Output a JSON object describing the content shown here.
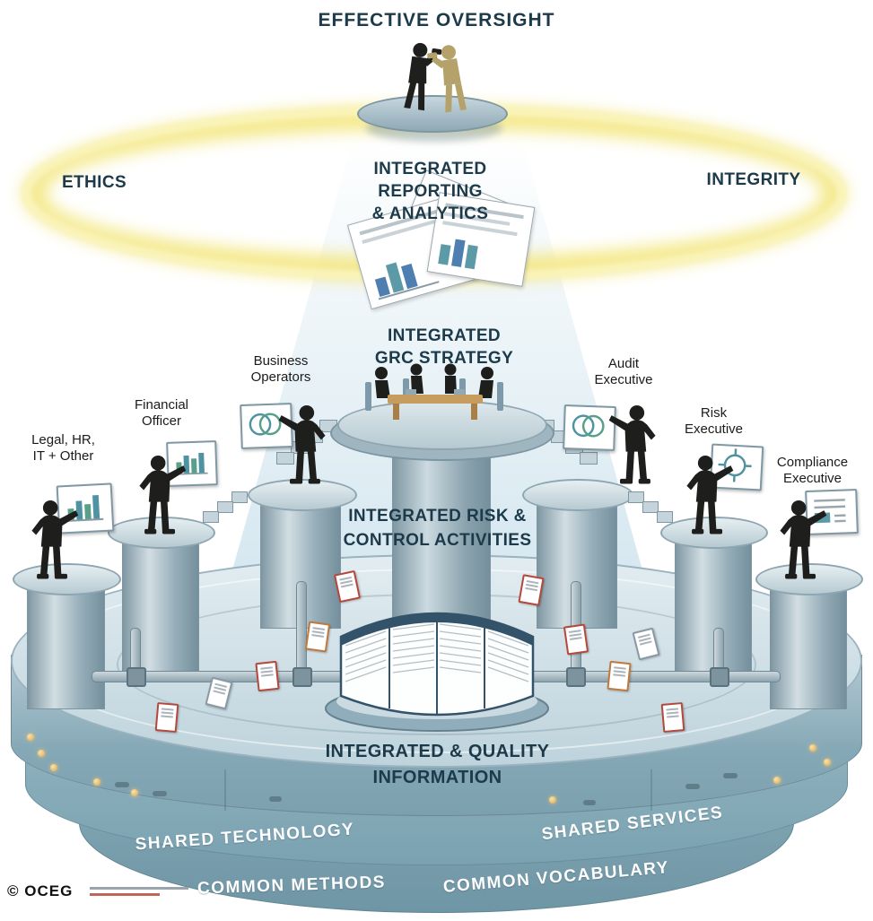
{
  "palette": {
    "dark_navy": "#1c3a4a",
    "halo_yellow": "#f3e780",
    "platform_teal": "#8fb2bf",
    "platform_deep": "#6f96a5",
    "pillar_light": "#dce8ec",
    "figure_black": "#1e1e1c",
    "figure_khaki": "#b4a26a",
    "accent_red": "#b5483c",
    "accent_orange": "#c07a3d",
    "table_tan": "#c79d5f",
    "hub_outline": "#33536a"
  },
  "icons": {
    "oversight_figures": "two-people-with-binoculars-icon",
    "strategy_table": "meeting-table-with-people-icon",
    "role_figure": "person-presenter-icon",
    "board_glyphs": [
      "bar-chart-icon",
      "bar-chart-icon",
      "venn-diagram-icon",
      "venn-diagram-icon",
      "process-diagram-icon",
      "document-lines-icon"
    ],
    "documents": "document-icon",
    "hub": "information-hub-panels-icon"
  },
  "top": {
    "title": "EFFECTIVE OVERSIGHT"
  },
  "halo": {
    "left": "ETHICS",
    "right": "INTEGRITY"
  },
  "reporting": {
    "line1": "INTEGRATED",
    "line2": "REPORTING",
    "line3": "& ANALYTICS"
  },
  "strategy": {
    "line1": "INTEGRATED",
    "line2": "GRC STRATEGY"
  },
  "risk_control": {
    "line1": "INTEGRATED RISK &",
    "line2": "CONTROL ACTIVITIES"
  },
  "information": {
    "line1": "INTEGRATED & QUALITY",
    "line2": "INFORMATION"
  },
  "roles": [
    {
      "id": "legal",
      "line1": "Legal, HR,",
      "line2": "IT + Other"
    },
    {
      "id": "financial",
      "line1": "Financial",
      "line2": "Officer"
    },
    {
      "id": "business",
      "line1": "Business",
      "line2": "Operators"
    },
    {
      "id": "audit",
      "line1": "Audit",
      "line2": "Executive"
    },
    {
      "id": "risk",
      "line1": "Risk",
      "line2": "Executive"
    },
    {
      "id": "compliance",
      "line1": "Compliance",
      "line2": "Executive"
    }
  ],
  "base": {
    "shared_technology": "SHARED TECHNOLOGY",
    "shared_services": "SHARED SERVICES",
    "common_methods": "COMMON METHODS",
    "common_vocabulary": "COMMON VOCABULARY"
  },
  "footer": {
    "logo": "© OCEG"
  }
}
